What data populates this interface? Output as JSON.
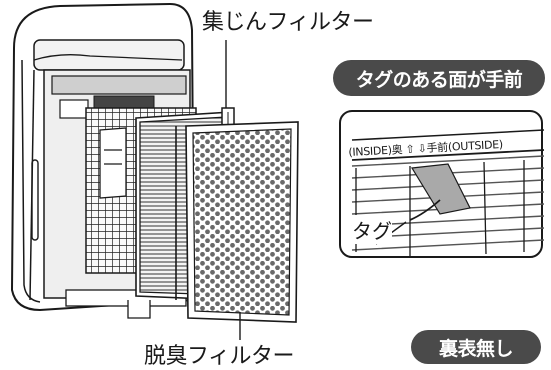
{
  "labels": {
    "dust_filter": "集じんフィルター",
    "deodorizing_filter": "脱臭フィルター",
    "tag_facing_front": "タグのある面が手前",
    "no_front_back": "裏表無し",
    "inset_orientation": "(INSIDE)奥 ⇧ ⇩手前(OUTSIDE)",
    "tag": "タグ"
  },
  "colors": {
    "pill_background": "#4a4a4a",
    "pill_text": "#ffffff",
    "line": "#1a1a1a",
    "tag_fill": "#a9a9a9"
  }
}
